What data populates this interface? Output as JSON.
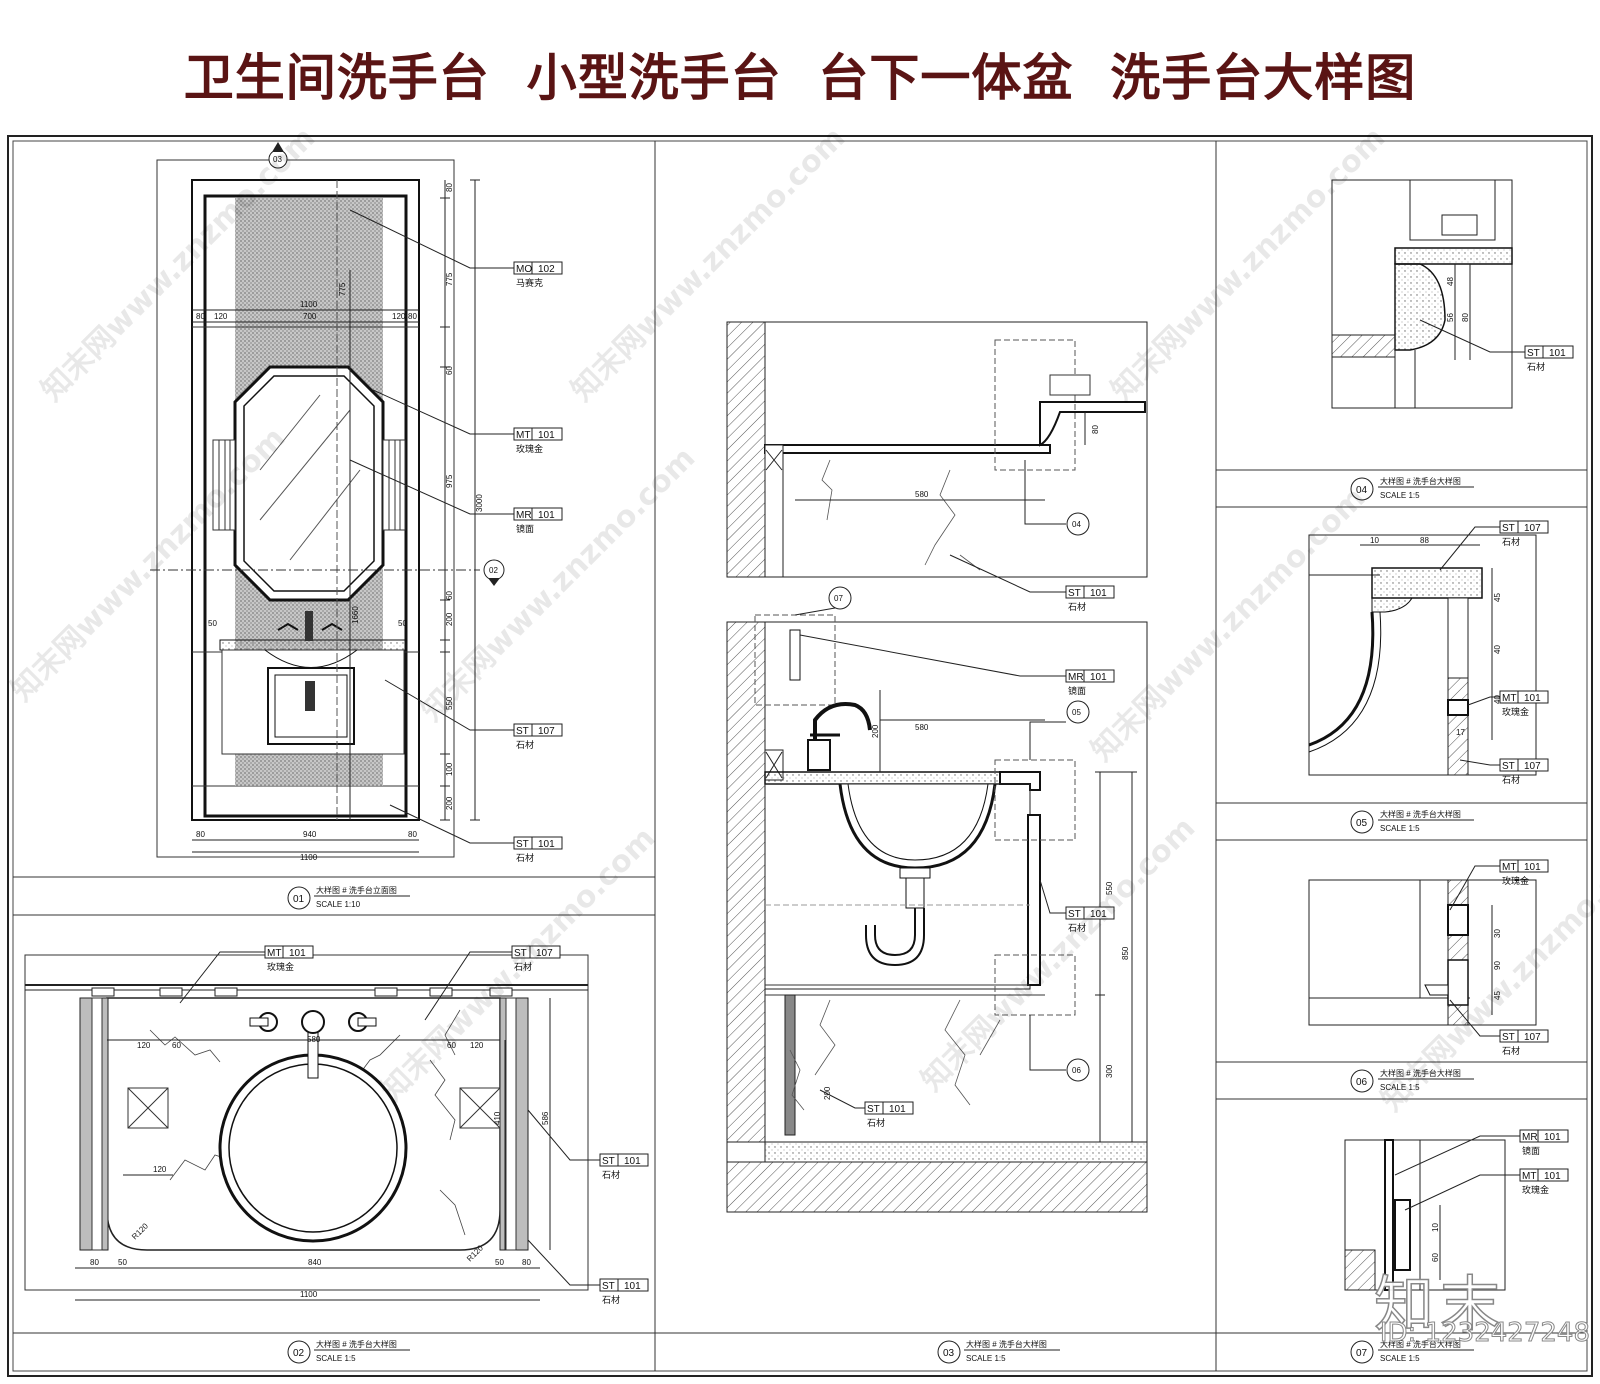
{
  "title": "卫生间洗手台  小型洗手台  台下一体盆  洗手台大样图",
  "watermark": "知末网www.znzmo.com",
  "logo": "知末",
  "id_text": "ID: 1232427248",
  "materials": {
    "mo102": {
      "code": "MO",
      "num": "102",
      "name": "马赛克"
    },
    "mt101": {
      "code": "MT",
      "num": "101",
      "name": "玫瑰金"
    },
    "mr101": {
      "code": "MR",
      "num": "101",
      "name": "镜面"
    },
    "st107": {
      "code": "ST",
      "num": "107",
      "name": "石材"
    },
    "st101": {
      "code": "ST",
      "num": "101",
      "name": "石材"
    }
  },
  "views": {
    "v01": {
      "num": "01",
      "name": "大样图 # 洗手台立面图",
      "scale": "SCALE  1:10"
    },
    "v02": {
      "num": "02",
      "name": "大样图 # 洗手台大样图",
      "scale": "SCALE  1:5"
    },
    "v03": {
      "num": "03",
      "name": "大样图 # 洗手台大样图",
      "scale": "SCALE  1:5"
    },
    "v04": {
      "num": "04",
      "name": "大样图 # 洗手台大样图",
      "scale": "SCALE  1:5"
    },
    "v05": {
      "num": "05",
      "name": "大样图 # 洗手台大样图",
      "scale": "SCALE  1:5"
    },
    "v06": {
      "num": "06",
      "name": "大样图 # 洗手台大样图",
      "scale": "SCALE  1:5"
    },
    "v07": {
      "num": "07",
      "name": "大样图 # 洗手台大样图",
      "scale": "SCALE  1:5"
    }
  },
  "dims": {
    "d80": "80",
    "d775": "775",
    "d1100": "1100",
    "d120": "120",
    "d700": "700",
    "d60": "60",
    "d975": "975",
    "d3000": "3000",
    "d200": "200",
    "d550": "550",
    "d100": "100",
    "d940": "940",
    "d50": "50",
    "d1660": "1660",
    "d580": "580",
    "d840": "840",
    "d586": "586",
    "d410": "410",
    "dR120": "R120",
    "d300": "300",
    "d850": "850",
    "d56": "56",
    "d48": "48",
    "d10": "10",
    "d88": "88",
    "d45": "45",
    "d40": "40",
    "d17": "17",
    "d30": "30",
    "d90": "90"
  },
  "callouts": {
    "c03": "03",
    "c02": "02",
    "c04": "04",
    "c05": "05",
    "c06": "06",
    "c07": "07"
  }
}
